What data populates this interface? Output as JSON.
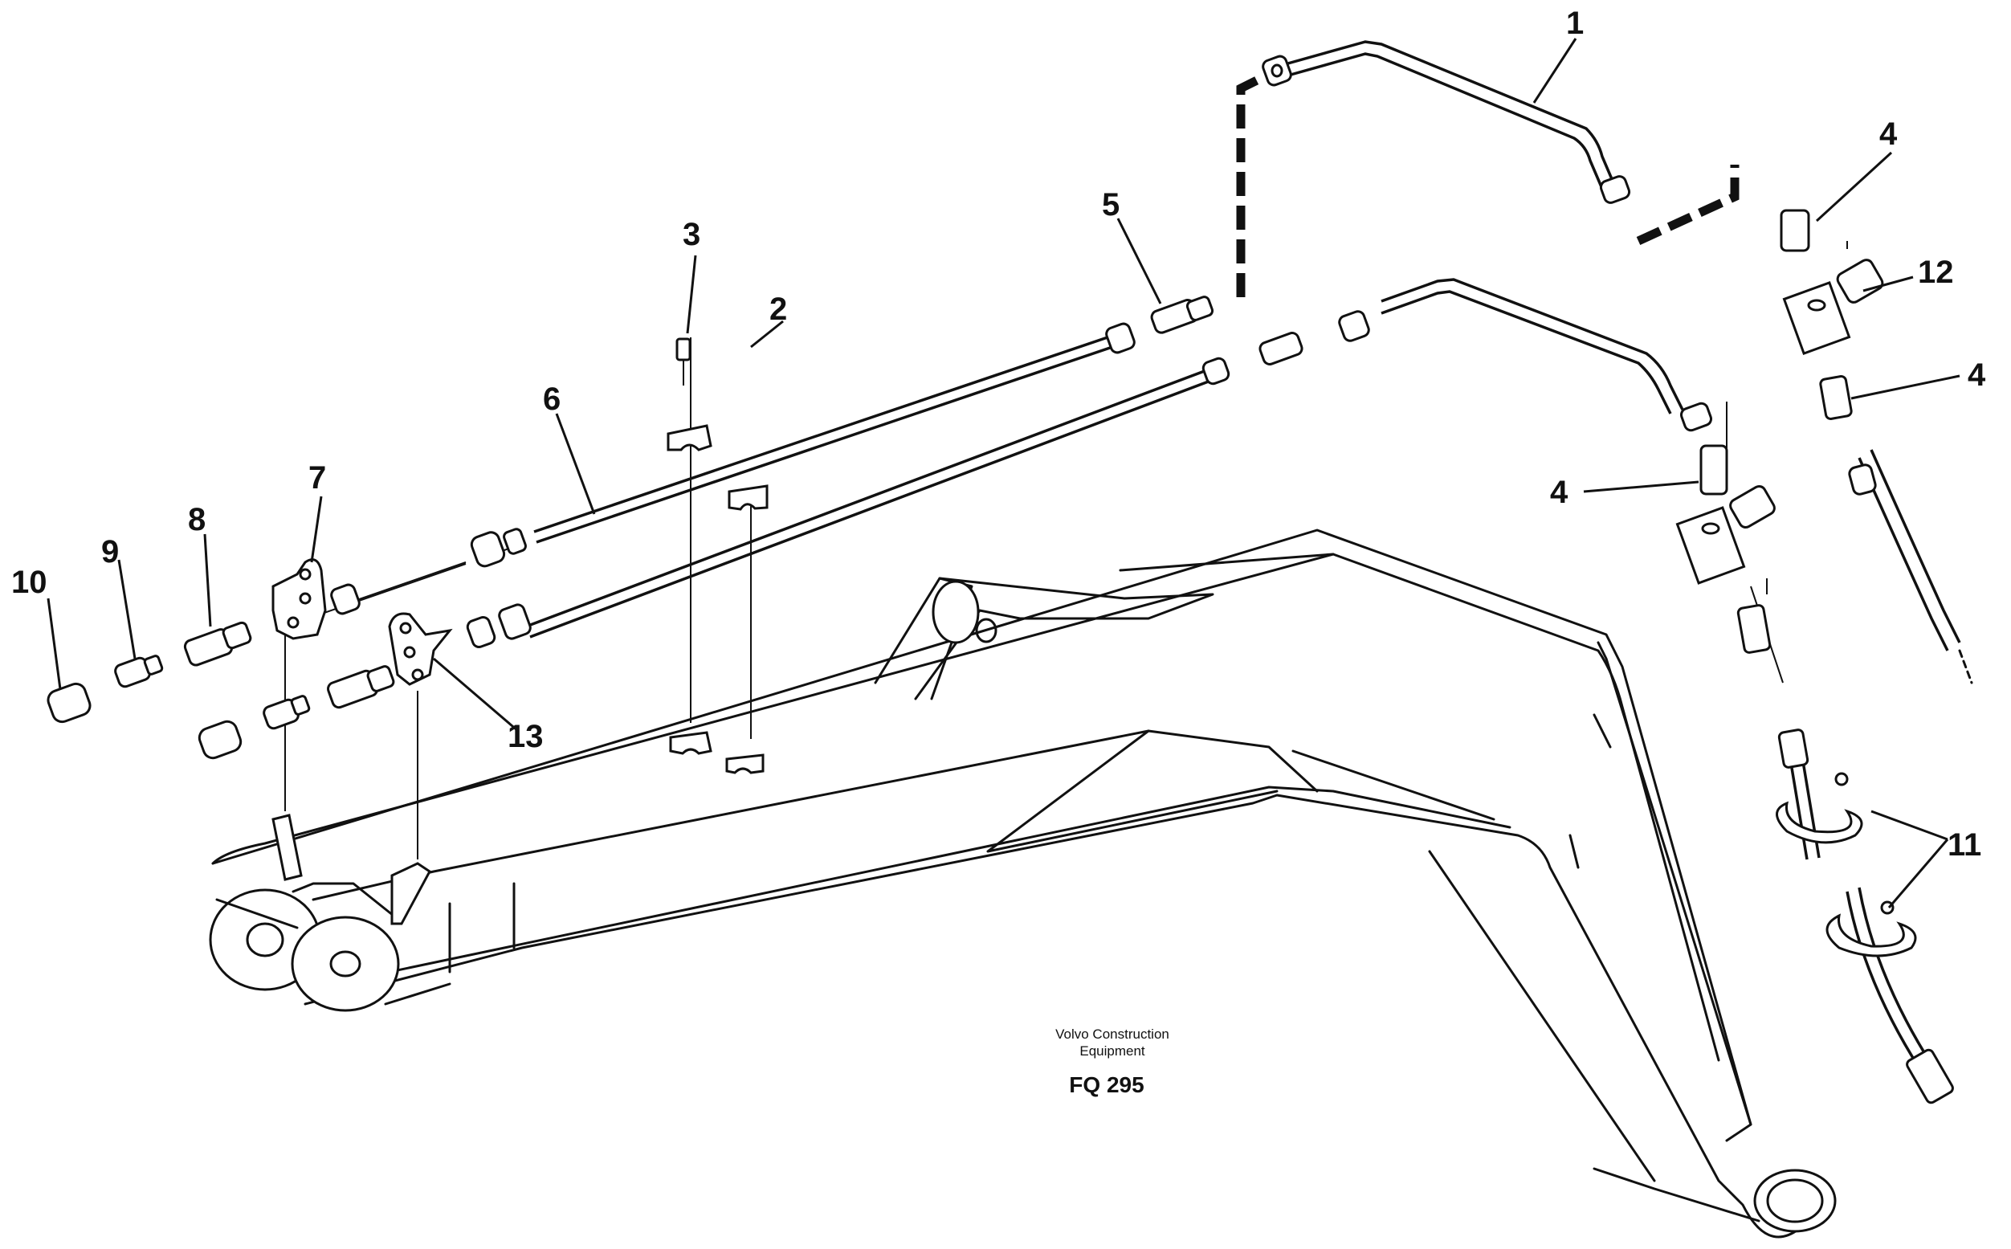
{
  "callouts": {
    "c1": "1",
    "c2": "2",
    "c3": "3",
    "c4a": "4",
    "c4b": "4",
    "c4c": "4",
    "c5": "5",
    "c6": "6",
    "c7": "7",
    "c8": "8",
    "c9": "9",
    "c10": "10",
    "c11": "11",
    "c12": "12",
    "c13": "13"
  },
  "footer": {
    "brand_line1": "Volvo Construction",
    "brand_line2": "Equipment",
    "drawing_code": "FQ 295"
  }
}
